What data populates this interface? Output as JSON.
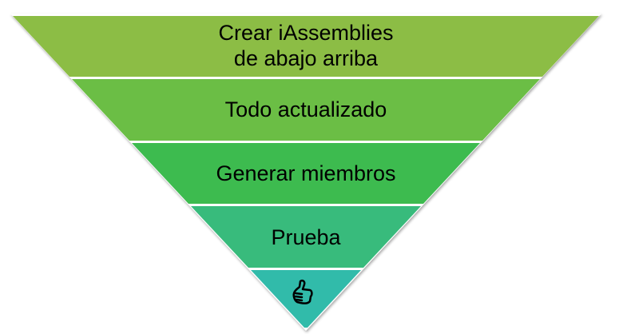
{
  "funnel": {
    "levels": [
      {
        "label_line1": "Crear iAssemblies",
        "label_line2": "de abajo arriba",
        "color": "#8CBD45"
      },
      {
        "label": "Todo actualizado",
        "color": "#6BBE45"
      },
      {
        "label": "Generar miembros",
        "color": "#3DBB4F"
      },
      {
        "label": "Prueba",
        "color": "#38BB7C"
      },
      {
        "icon": "thumbs-up-icon",
        "color": "#31BBAA"
      }
    ]
  }
}
